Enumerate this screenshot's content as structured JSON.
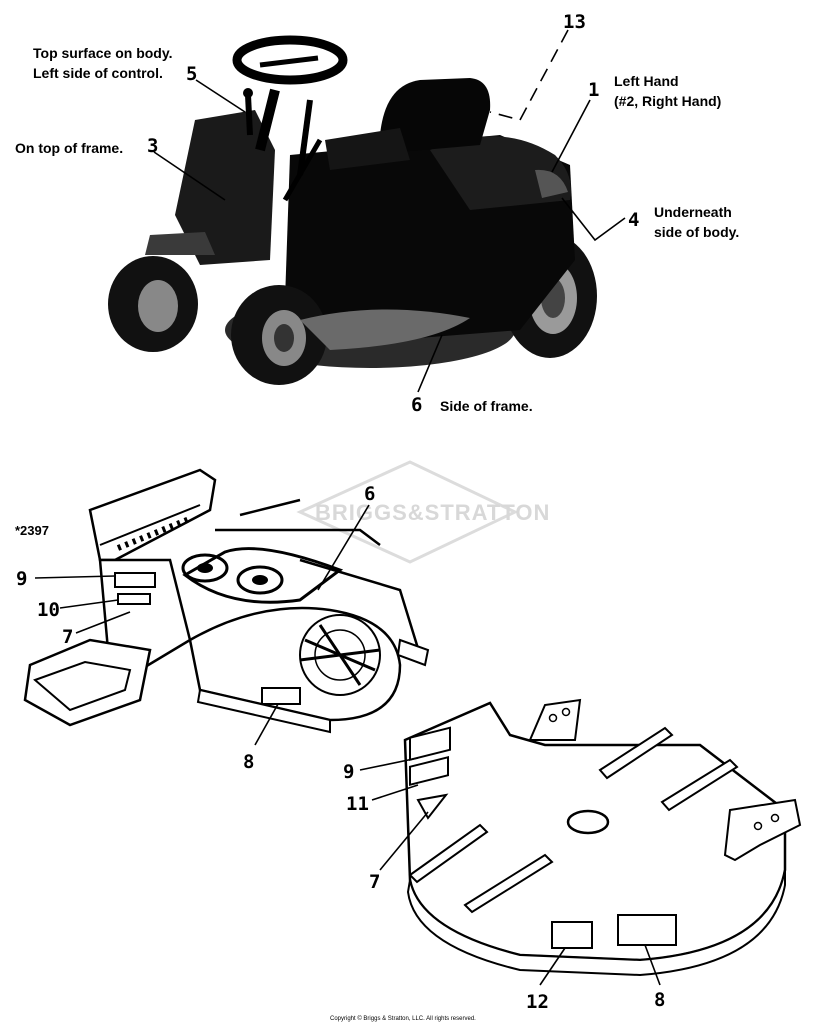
{
  "captions": {
    "c5": [
      "Top surface on body.",
      "Left side of control."
    ],
    "c3": "On top of frame.",
    "c1": [
      "Left Hand",
      "(#2, Right Hand)"
    ],
    "c4": [
      "Underneath",
      "side of body."
    ],
    "c6": "Side of frame."
  },
  "ref_note": "*2397",
  "watermark": "BRIGGS&STRATTON",
  "copyright": "Copyright © Briggs & Stratton, LLC. All rights reserved.",
  "callouts": {
    "n13": "13",
    "n1": "1",
    "n5": "5",
    "n3": "3",
    "n4": "4",
    "n6": "6",
    "n6b": "6",
    "n9": "9",
    "n10": "10",
    "n7": "7",
    "n8": "8",
    "n9b": "9",
    "n11": "11",
    "n7b": "7",
    "n12": "12",
    "n8b": "8"
  }
}
